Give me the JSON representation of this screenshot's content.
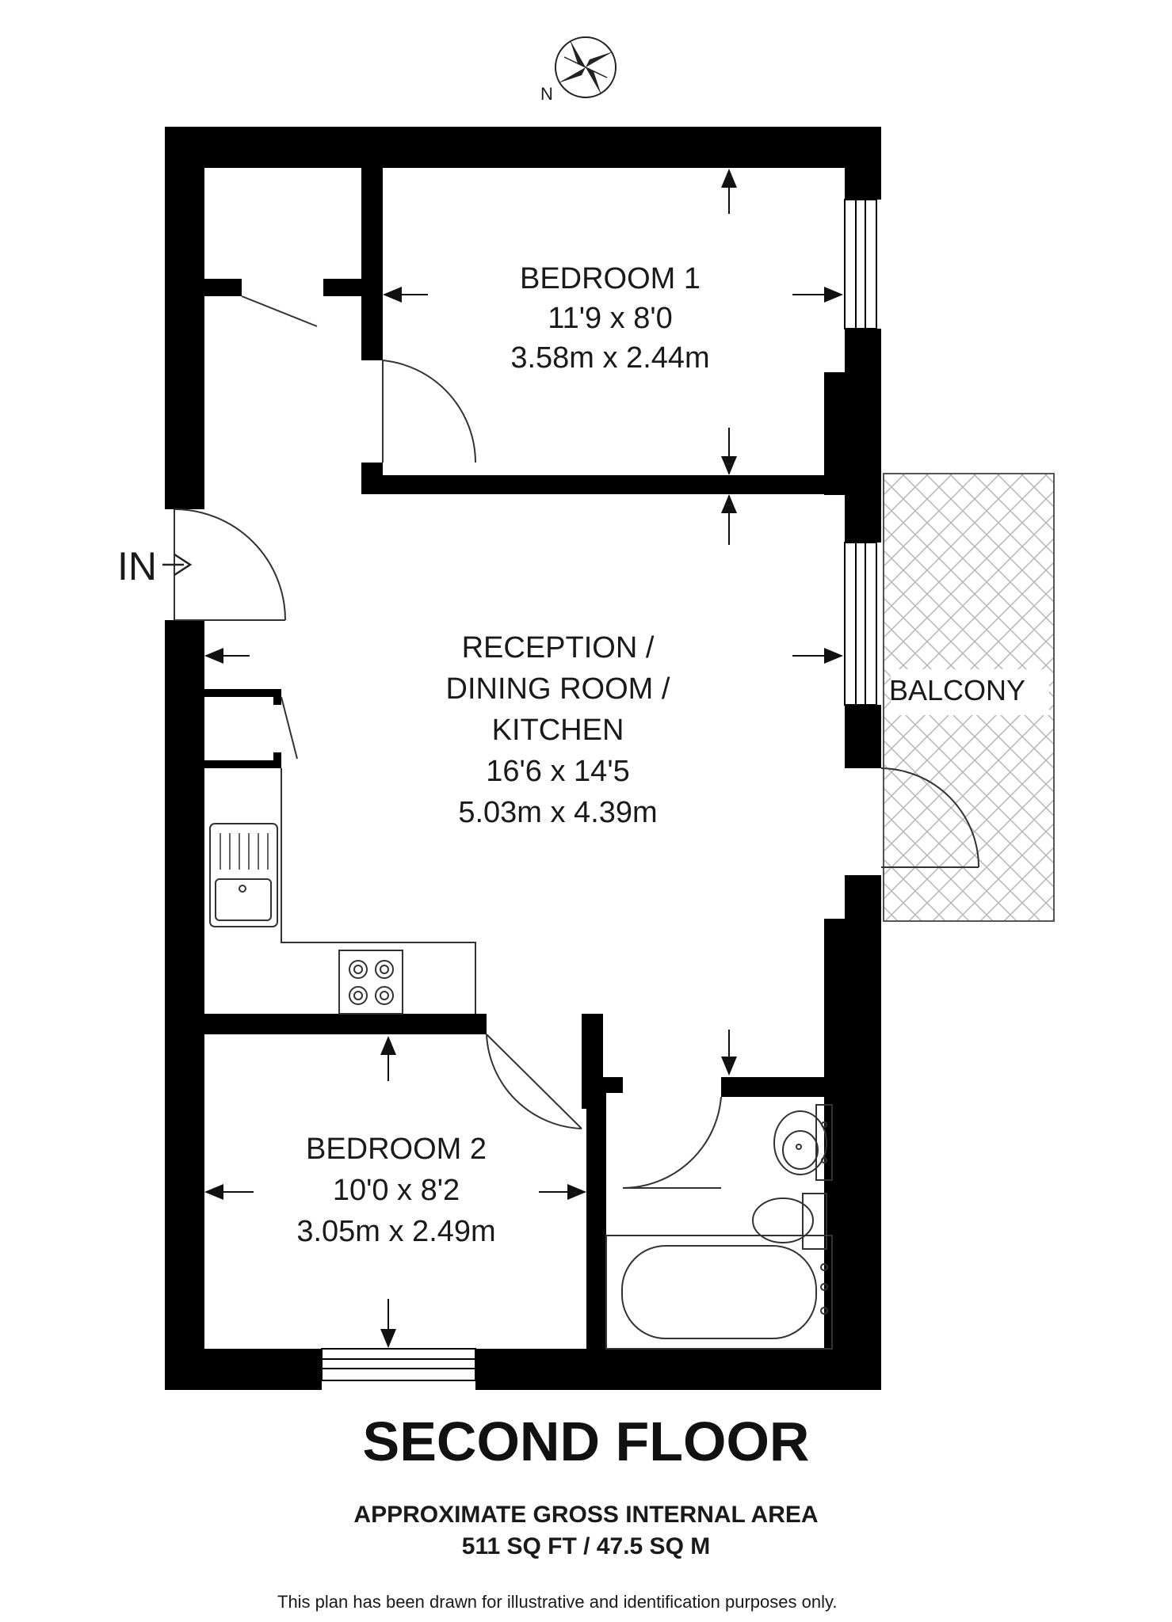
{
  "compass": {
    "north_label": "N"
  },
  "entrance": {
    "label": "IN"
  },
  "rooms": {
    "bedroom1": {
      "name": "BEDROOM 1",
      "imperial": "11'9 x 8'0",
      "metric": "3.58m x 2.44m"
    },
    "reception": {
      "line1": "RECEPTION /",
      "line2": "DINING ROOM /",
      "line3": "KITCHEN",
      "imperial": "16'6 x 14'5",
      "metric": "5.03m x 4.39m"
    },
    "bedroom2": {
      "name": "BEDROOM 2",
      "imperial": "10'0 x 8'2",
      "metric": "3.05m x 2.49m"
    },
    "balcony": {
      "name": "BALCONY"
    }
  },
  "footer": {
    "floor_title": "SECOND FLOOR",
    "area_label": "APPROXIMATE GROSS INTERNAL AREA",
    "area_value": "511 SQ FT / 47.5 SQ M",
    "disclaimer": "This plan has been drawn for illustrative and identification purposes only."
  }
}
